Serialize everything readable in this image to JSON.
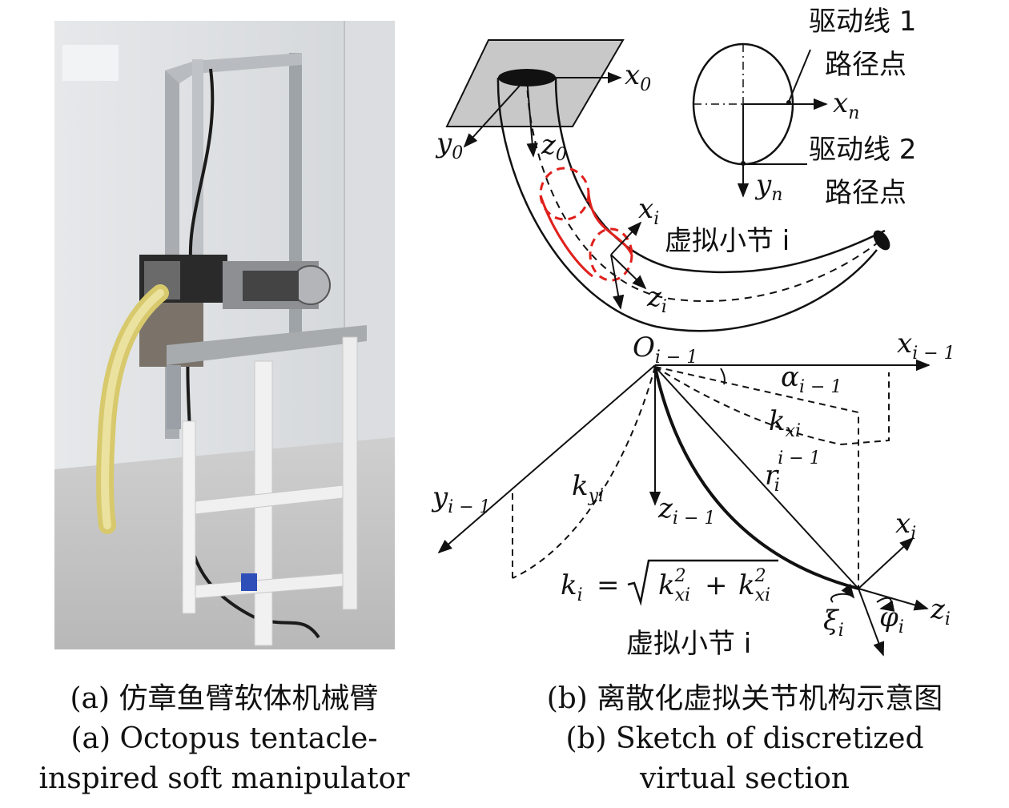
{
  "labels": {
    "x0": "x",
    "x0_sub": "0",
    "y0": "y",
    "y0_sub": "0",
    "z0": "z",
    "z0_sub": "0",
    "xn": "x",
    "xn_sub": "n",
    "yn": "y",
    "yn_sub": "n",
    "xi_top": "x",
    "xi_top_sub": "i",
    "zi_top": "z",
    "zi_top_sub": "i",
    "drive1_line1": "驱动线 1",
    "drive1_line2": "路径点",
    "drive2_line1": "驱动线 2",
    "drive2_line2": "路径点",
    "virtual_section_top": "虚拟小节 i",
    "origin": "O",
    "origin_sub": "i − 1",
    "x_im1": "x",
    "x_im1_sub": "i − 1",
    "y_im1": "y",
    "y_im1_sub": "i − 1",
    "z_im1": "z",
    "z_im1_sub": "i − 1",
    "alpha": "α",
    "alpha_sub": "i − 1",
    "kx": "k",
    "kx_sub": "xi",
    "ky": "k",
    "ky_sub": "yi",
    "r": "r",
    "r_sub": "i",
    "r_sup": "i − 1",
    "formula_lhs": "k",
    "formula_lhs_sub": "i",
    "formula_eq": "=",
    "formula_t1": "k",
    "formula_t1_sup": "2",
    "formula_t1_sub": "xi",
    "formula_plus": "+",
    "formula_t2": "k",
    "formula_t2_sup": "2",
    "formula_t2_sub": "xi",
    "xi_bottom": "x",
    "xi_bottom_sub": "i",
    "zi_bottom": "z",
    "zi_bottom_sub": "i",
    "xi_greek": "ξ",
    "xi_greek_sub": "i",
    "phi": "φ",
    "phi_sub": "i",
    "virtual_section_bottom": "虚拟小节 i"
  },
  "captions": {
    "a_cn": "(a) 仿章鱼臂软体机械臂",
    "a_en_1": "(a) Octopus tentacle-",
    "a_en_2": "inspired soft manipulator",
    "b_cn": "(b) 离散化虚拟关节机构示意图",
    "b_en_1": "(b) Sketch of discretized",
    "b_en_2": "virtual section"
  },
  "colors": {
    "highlight": "#e0201c",
    "plate": "#c8c8c8",
    "tube": "#e9dd8a"
  }
}
